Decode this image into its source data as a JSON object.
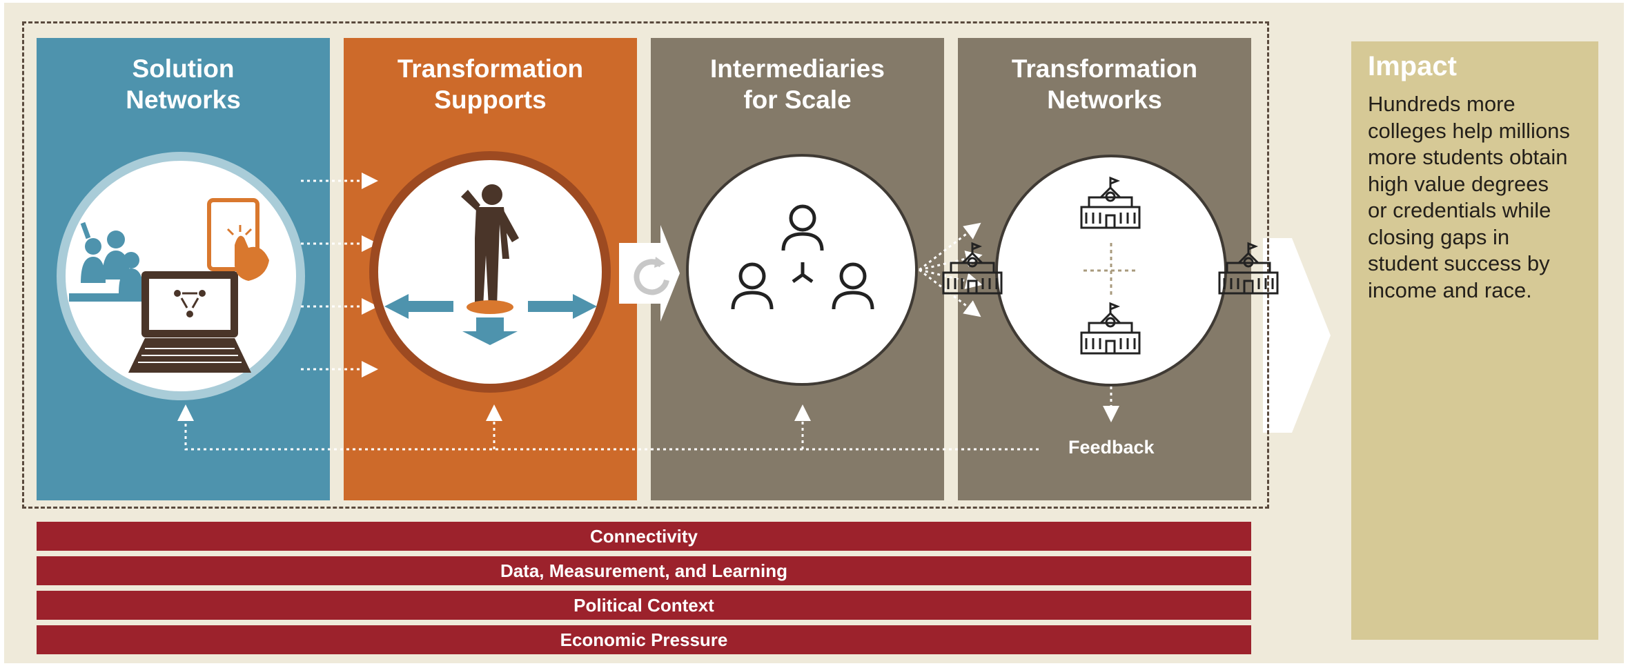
{
  "stages": [
    {
      "title_line1": "Solution",
      "title_line2": "Networks"
    },
    {
      "title_line1": "Transformation",
      "title_line2": "Supports"
    },
    {
      "title_line1": "Intermediaries",
      "title_line2": "for Scale"
    },
    {
      "title_line1": "Transformation",
      "title_line2": "Networks"
    }
  ],
  "feedback_label": "Feedback",
  "context_bars": [
    "Connectivity",
    "Data, Measurement, and Learning",
    "Political Context",
    "Economic Pressure"
  ],
  "impact": {
    "title": "Impact",
    "body_lines": [
      "Hundreds more",
      "colleges help millions",
      "more students obtain",
      "high value degrees",
      "or credentials while",
      "closing gaps in",
      "student success by",
      "income and race."
    ]
  },
  "colors": {
    "solution": "#4e93ad",
    "supports": "#cd6a2a",
    "intermediaries": "#847a69",
    "networks": "#847a69",
    "context_bar": "#9c222c",
    "impact_box": "#d6c996",
    "background": "#efeada"
  },
  "icons": {
    "solution": "classroom-laptop-tablet-icon",
    "supports": "thinking-person-arrows-icon",
    "intermediaries": "three-people-network-icon",
    "networks": "four-colleges-icon",
    "connector": "refresh-arrow-icon",
    "impact": "graduates-staircase-icon"
  }
}
